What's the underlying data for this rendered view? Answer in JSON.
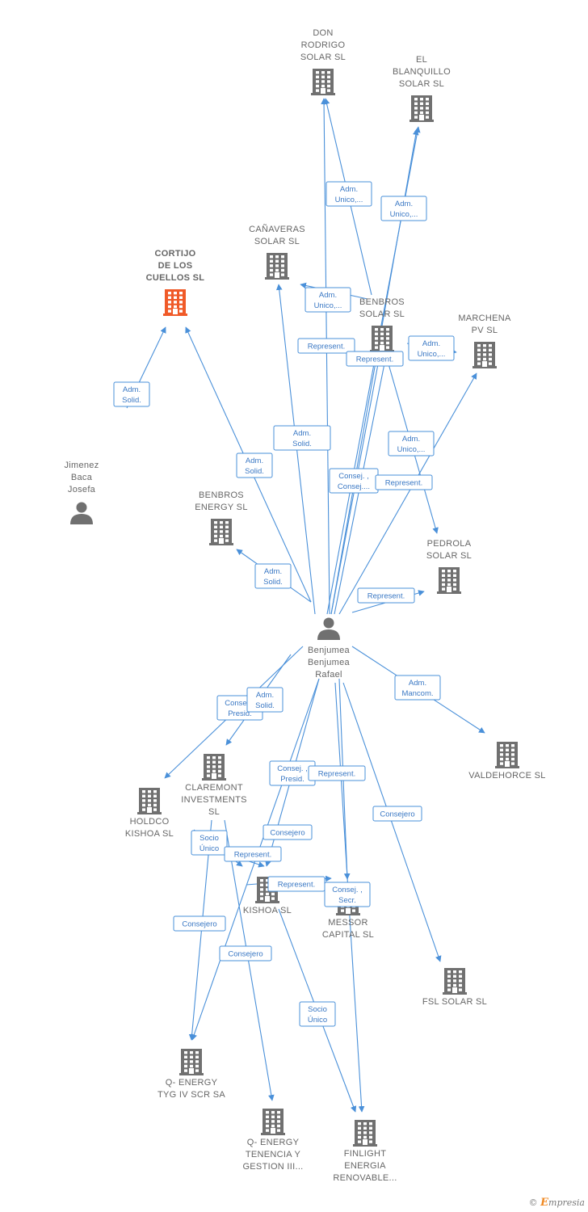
{
  "colors": {
    "edge": "#4a90d9",
    "building": "#707070",
    "building_highlight": "#f05a28",
    "person": "#707070"
  },
  "nodes": [
    {
      "id": "don_rodrigo",
      "type": "company",
      "lines": [
        "DON",
        "RODRIGO",
        "SOLAR  SL"
      ]
    },
    {
      "id": "el_blanquillo",
      "type": "company",
      "lines": [
        "EL",
        "BLANQUILLO",
        "SOLAR  SL"
      ]
    },
    {
      "id": "canaveras",
      "type": "company",
      "lines": [
        "CAÑAVERAS",
        "SOLAR  SL"
      ]
    },
    {
      "id": "cortijo",
      "type": "company",
      "highlight": true,
      "lines": [
        "CORTIJO",
        "DE LOS",
        "CUELLOS  SL"
      ]
    },
    {
      "id": "benbros_solar",
      "type": "company",
      "lines": [
        "BENBROS",
        "SOLAR  SL"
      ]
    },
    {
      "id": "marchena",
      "type": "company",
      "lines": [
        "MARCHENA",
        "PV  SL"
      ]
    },
    {
      "id": "jimenez",
      "type": "person",
      "lines": [
        "Jimenez",
        "Baca",
        "Josefa"
      ]
    },
    {
      "id": "benbros_energy",
      "type": "company",
      "lines": [
        "BENBROS",
        "ENERGY  SL"
      ]
    },
    {
      "id": "pedrola",
      "type": "company",
      "lines": [
        "PEDROLA",
        "SOLAR  SL"
      ]
    },
    {
      "id": "benjumea",
      "type": "person",
      "lines": [
        "Benjumea",
        "Benjumea",
        "Rafael"
      ]
    },
    {
      "id": "valdehorce",
      "type": "company",
      "lines": [
        "VALDEHORCE SL"
      ]
    },
    {
      "id": "claremont",
      "type": "company",
      "lines": [
        "CLAREMONT",
        "INVESTMENTS",
        "SL"
      ]
    },
    {
      "id": "holdco",
      "type": "company",
      "lines": [
        "HOLDCO",
        "KISHOA  SL"
      ]
    },
    {
      "id": "kishoa",
      "type": "company",
      "lines": [
        "KISHOA  SL"
      ]
    },
    {
      "id": "messor",
      "type": "company",
      "lines": [
        "MESSOR",
        "CAPITAL  SL"
      ]
    },
    {
      "id": "fsl",
      "type": "company",
      "lines": [
        "FSL SOLAR  SL"
      ]
    },
    {
      "id": "qenergy_tyg",
      "type": "company",
      "lines": [
        "Q- ENERGY",
        "TYG IV SCR SA"
      ]
    },
    {
      "id": "qenergy_ten",
      "type": "company",
      "lines": [
        "Q- ENERGY",
        "TENENCIA Y",
        "GESTION III..."
      ]
    },
    {
      "id": "finlight",
      "type": "company",
      "lines": [
        "FINLIGHT",
        "ENERGIA",
        "RENOVABLE..."
      ]
    }
  ],
  "edges": [
    {
      "lines": [
        "Adm.",
        "Unico,..."
      ]
    },
    {
      "lines": [
        "Adm.",
        "Unico,..."
      ]
    },
    {
      "lines": [
        "Adm.",
        "Unico,..."
      ]
    },
    {
      "lines": [
        "Represent."
      ]
    },
    {
      "lines": [
        "Represent."
      ]
    },
    {
      "lines": [
        "Adm.",
        "Unico,..."
      ]
    },
    {
      "lines": [
        "Adm.",
        "Solid."
      ]
    },
    {
      "lines": [
        "Represent."
      ]
    },
    {
      "lines": [
        "Adm.",
        "Solid."
      ]
    },
    {
      "lines": [
        "Adm.",
        "Unico,..."
      ]
    },
    {
      "lines": [
        "Consej. ,",
        "Consej...."
      ]
    },
    {
      "lines": [
        "Represent."
      ]
    },
    {
      "lines": [
        "Adm.",
        "Solid."
      ]
    },
    {
      "lines": [
        "Represent."
      ]
    },
    {
      "lines": [
        "Adm.",
        "Solid."
      ]
    },
    {
      "lines": [
        "Adm.",
        "Mancom."
      ]
    },
    {
      "lines": [
        "Consej. ,",
        "Presid."
      ]
    },
    {
      "lines": [
        "Adm.",
        "Solid."
      ]
    },
    {
      "lines": [
        "Consej. ,",
        "Presid."
      ]
    },
    {
      "lines": [
        "Represent."
      ]
    },
    {
      "lines": [
        "Consejero"
      ]
    },
    {
      "lines": [
        "Consejero"
      ]
    },
    {
      "lines": [
        "Socio",
        "Único"
      ]
    },
    {
      "lines": [
        "Represent."
      ]
    },
    {
      "lines": [
        "Represent."
      ]
    },
    {
      "lines": [
        "Consej. ,",
        "Secr."
      ]
    },
    {
      "lines": [
        "Consejero"
      ]
    },
    {
      "lines": [
        "Consejero"
      ]
    },
    {
      "lines": [
        "Socio",
        "Único"
      ]
    }
  ],
  "footer": {
    "copyright": "©",
    "brand_initial": "E",
    "brand_rest": "mpresia"
  }
}
